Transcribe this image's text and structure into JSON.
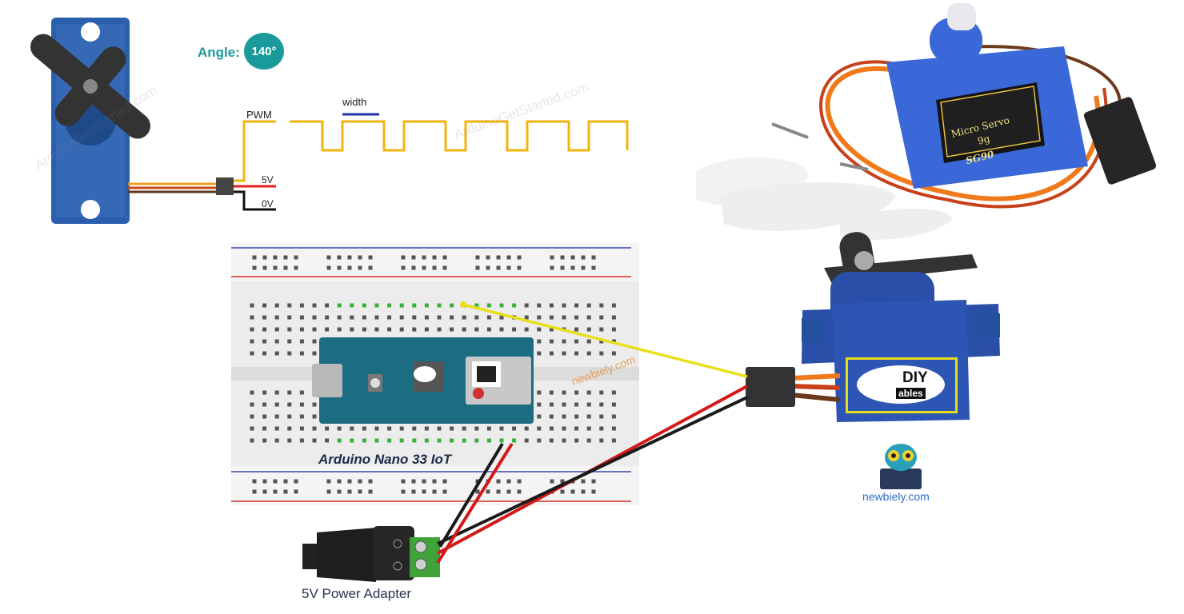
{
  "signal_diagram": {
    "angle_label": "Angle:",
    "angle_value": "140°",
    "pwm_label": "PWM",
    "width_label": "width",
    "v5_label": "5V",
    "v0_label": "0V"
  },
  "breadboard": {
    "board_label": "Arduino Nano 33 IoT"
  },
  "power_adapter": {
    "label": "5V Power Adapter"
  },
  "servo": {
    "label_line1": "Micro Servo",
    "label_line2": "9g",
    "model": "SG90",
    "brand_top": "DIY",
    "brand_bottom": "ables"
  },
  "watermarks": {
    "site1": "ArduinoGetStarted.com",
    "site2": "ArduinoGetStarted.com",
    "site3": "newbiely.com"
  },
  "brand": {
    "site": "newbiely.com"
  },
  "colors": {
    "wire_yellow": "#e8e01a",
    "wire_red": "#d21a1a",
    "wire_black": "#1a1a1a",
    "servo_blue": "#2a4fa8",
    "accent_teal": "#1a9a9a"
  }
}
